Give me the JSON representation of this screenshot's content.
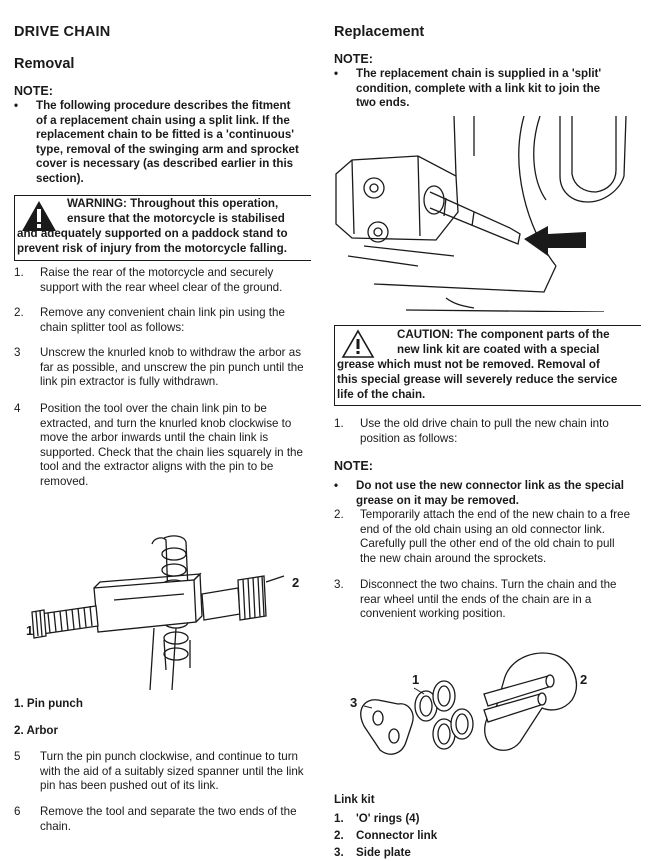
{
  "left": {
    "title": "DRIVE CHAIN",
    "removal_heading": "Removal",
    "note_label": "NOTE:",
    "note_bullet": "•",
    "note_lines": [
      "The following procedure describes the fitment",
      "of a replacement chain using a split link.  If the",
      "replacement chain to be fitted is a 'continuous'",
      "type, removal of the swinging arm and sprocket",
      "cover is necessary (as described earlier in this",
      "section)."
    ],
    "warning_lines": [
      "WARNING:  Throughout this operation,",
      "ensure that the motorcycle is stabilised",
      "and adequately supported on a paddock stand to",
      "prevent risk of injury from the motorcycle falling."
    ],
    "steps": [
      {
        "num": "1.",
        "lines": [
          "Raise the rear of the motorcycle and securely",
          "support with the rear wheel clear of the ground."
        ]
      },
      {
        "num": "2.",
        "lines": [
          "Remove any convenient chain link pin using the",
          "chain splitter tool as follows:"
        ]
      },
      {
        "num": "3",
        "lines": [
          "Unscrew the knurled knob to withdraw the arbor as",
          "far as possible, and unscrew the pin punch until the",
          "link pin extractor is fully withdrawn."
        ]
      },
      {
        "num": "4",
        "lines": [
          "Position the tool over the chain link pin to be",
          "extracted, and turn the knurled knob clockwise to",
          "move the arbor inwards until the chain link is",
          "supported. Check that the chain lies squarely in the",
          "tool and the extractor aligns with the pin to be",
          "removed."
        ]
      }
    ],
    "figure_labels": {
      "one": "1",
      "two": "2"
    },
    "legend": [
      "1. Pin punch",
      "2. Arbor"
    ],
    "steps_after": [
      {
        "num": "5",
        "lines": [
          "Turn the pin punch clockwise, and continue to turn",
          "with the aid of a suitably sized spanner until the link",
          "pin has been pushed out of its link."
        ]
      },
      {
        "num": "6",
        "lines": [
          "Remove the tool and separate the two ends of the",
          "chain."
        ]
      }
    ]
  },
  "right": {
    "replacement_heading": "Replacement",
    "note_label": "NOTE:",
    "note_bullet": "•",
    "note_lines": [
      "The replacement chain is supplied in a 'split'",
      "condition, complete with a link kit to join the",
      "two ends."
    ],
    "caution_lines": [
      "CAUTION:  The component parts of the",
      "new link kit are coated with a special",
      "grease which must not be removed.  Removal of",
      "this special grease will severely reduce the service",
      "life of the chain."
    ],
    "step1": {
      "num": "1.",
      "lines": [
        "Use the old drive chain to pull the new chain into",
        "position as follows:"
      ]
    },
    "note2_label": "NOTE:",
    "note2_bullet": "•",
    "note2_lines": [
      "Do not use the new connector link as the special",
      "grease on it may be removed."
    ],
    "steps": [
      {
        "num": "2.",
        "lines": [
          "Temporarily attach the end of the new chain to a free",
          "end of the old chain using an old connector link.",
          "Carefully pull the other end of the old chain to pull",
          "the new chain around the sprockets."
        ]
      },
      {
        "num": "3.",
        "lines": [
          "Disconnect the two chains.  Turn the chain and the",
          "rear wheel until the ends of the chain are in a",
          "convenient working position."
        ]
      }
    ],
    "figure_labels": {
      "one": "1",
      "two": "2",
      "three": "3"
    },
    "kit_title": "Link kit",
    "kit_items": [
      {
        "num": "1.",
        "label": "'O' rings (4)"
      },
      {
        "num": "2.",
        "label": "Connector link"
      },
      {
        "num": "3.",
        "label": "Side plate"
      }
    ]
  }
}
